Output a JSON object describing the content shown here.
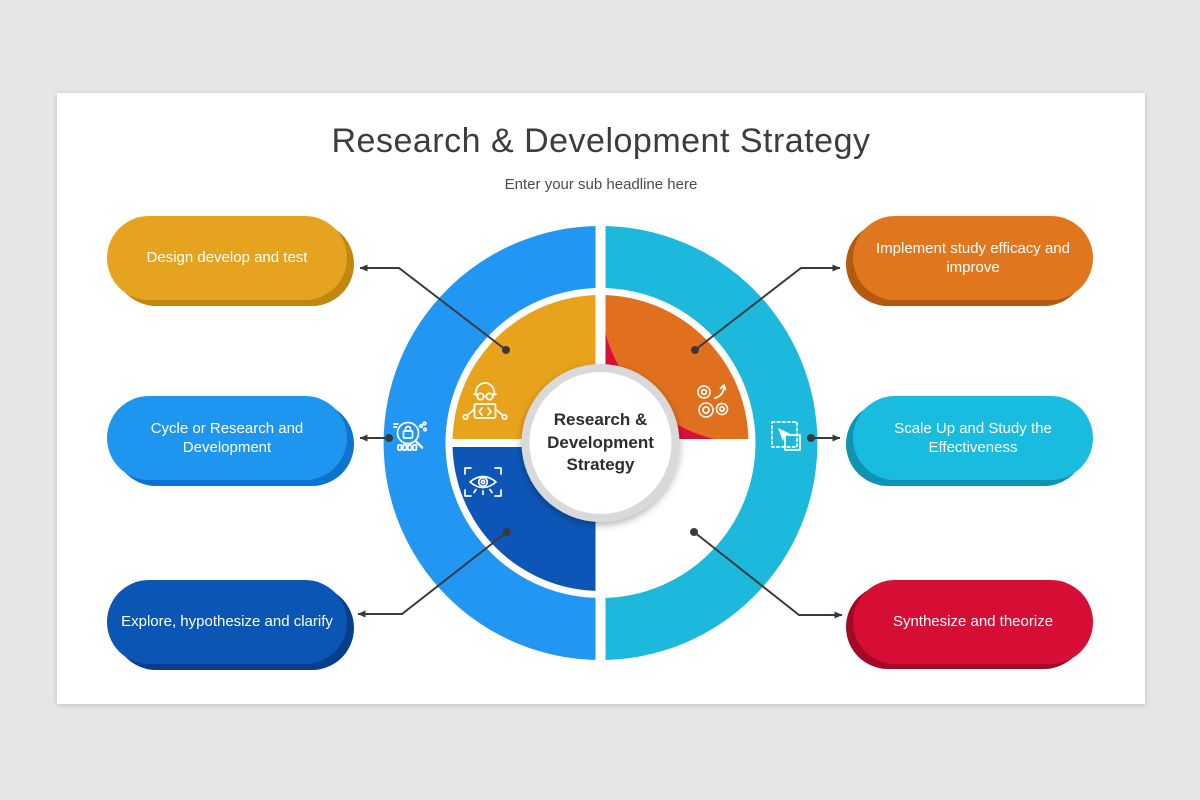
{
  "header": {
    "title": "Research & Development Strategy",
    "subtitle": "Enter your sub headline here"
  },
  "center_label": {
    "lines": [
      "Research &",
      "Development",
      "Strategy"
    ]
  },
  "colors": {
    "background": "#E7E6E6",
    "card": "#FFFFFF",
    "title_text": "#3D3D3D",
    "subtitle_text": "#4A4A4A",
    "center_text": "#2D2D2D",
    "center_ring": "#D9D9D9",
    "connector": "#3A3A3A",
    "icon_stroke": "#FFFFFF",
    "ring_left": "#2196F3",
    "ring_right": "#1CB9DC",
    "quadrant_top_left": "#E8A31C",
    "quadrant_top_right": "#E0701D",
    "quadrant_bottom_left": "#0D56B8",
    "quadrant_bottom_right": "#DA0F38"
  },
  "pills": {
    "left": [
      {
        "label": "Design develop and test",
        "color": "#E5A31F"
      },
      {
        "label": "Cycle or Research and Development",
        "color": "#1E96F0"
      },
      {
        "label": "Explore, hypothesize and clarify",
        "color": "#0B55B4"
      }
    ],
    "right": [
      {
        "label": "Implement study efficacy and improve",
        "color": "#E0771E"
      },
      {
        "label": "Scale Up and Study the Effectiveness",
        "color": "#19BCDE"
      },
      {
        "label": "Synthesize and theorize",
        "color": "#D60D35"
      }
    ]
  },
  "icons": {
    "quadrant": [
      "developer-icon",
      "gears-improve-icon",
      "eye-scan-icon",
      "presentation-chart-icon"
    ],
    "ring": [
      "research-magnifier-icon",
      "cursor-select-icon"
    ]
  }
}
